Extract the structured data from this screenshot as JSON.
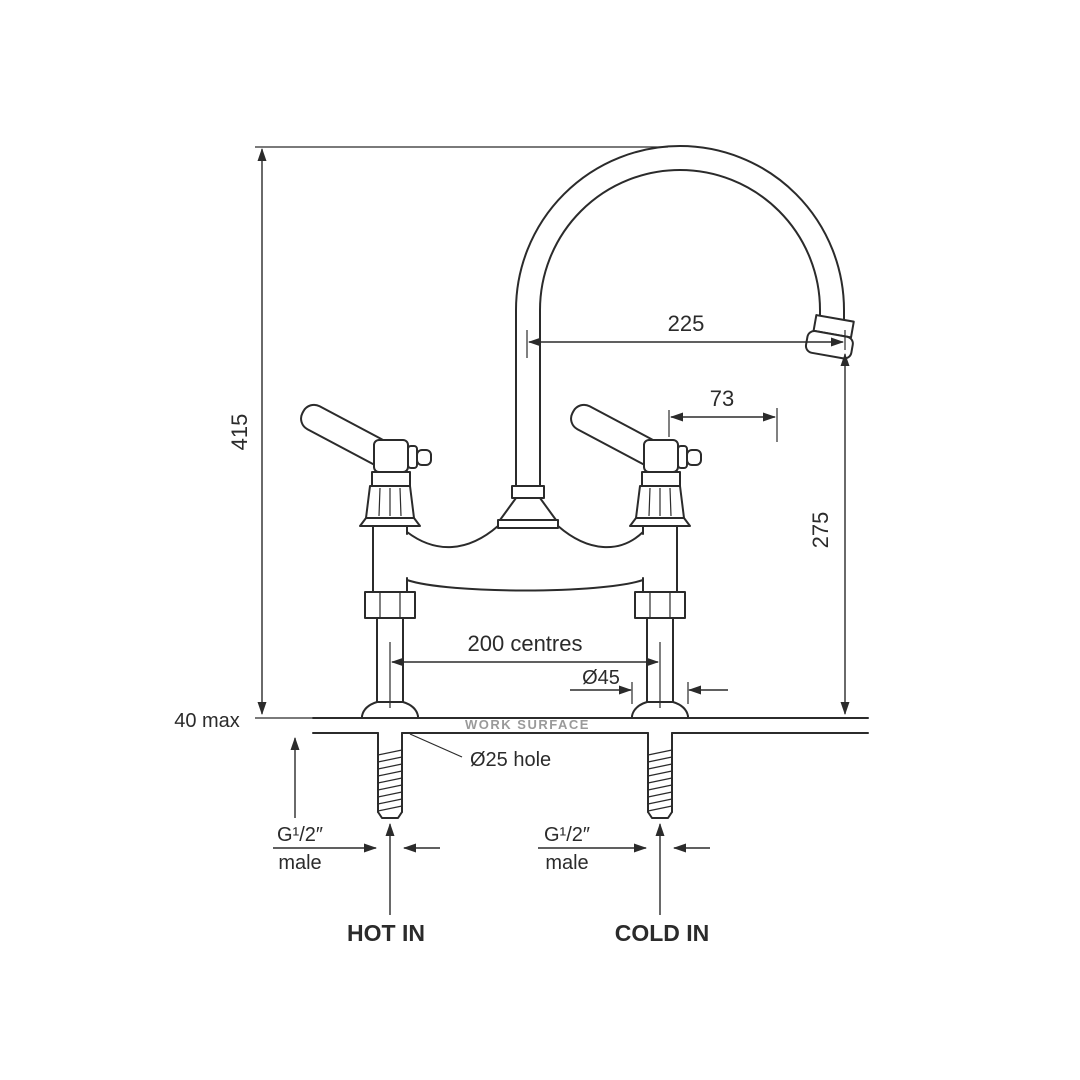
{
  "diagram": {
    "type": "technical-drawing",
    "subject": "bridge-kitchen-mixer-tap",
    "colors": {
      "line": "#2b2b2b",
      "text": "#2b2b2b",
      "surface_text": "#9a9a9a",
      "background": "#ffffff"
    },
    "dimensions": {
      "overall_height": "415",
      "spout_reach": "225",
      "handle_projection": "73",
      "spout_height": "275",
      "hole_centres": "200 centres",
      "base_diameter": "Ø45",
      "surface_thickness_max": "40 max",
      "hole_size": "Ø25 hole"
    },
    "labels": {
      "work_surface": "WORK SURFACE",
      "hot_inlet": "HOT IN",
      "cold_inlet": "COLD IN"
    },
    "connections": {
      "left": {
        "thread": "G¹/2″",
        "gender": "male"
      },
      "right": {
        "thread": "G¹/2″",
        "gender": "male"
      }
    }
  }
}
